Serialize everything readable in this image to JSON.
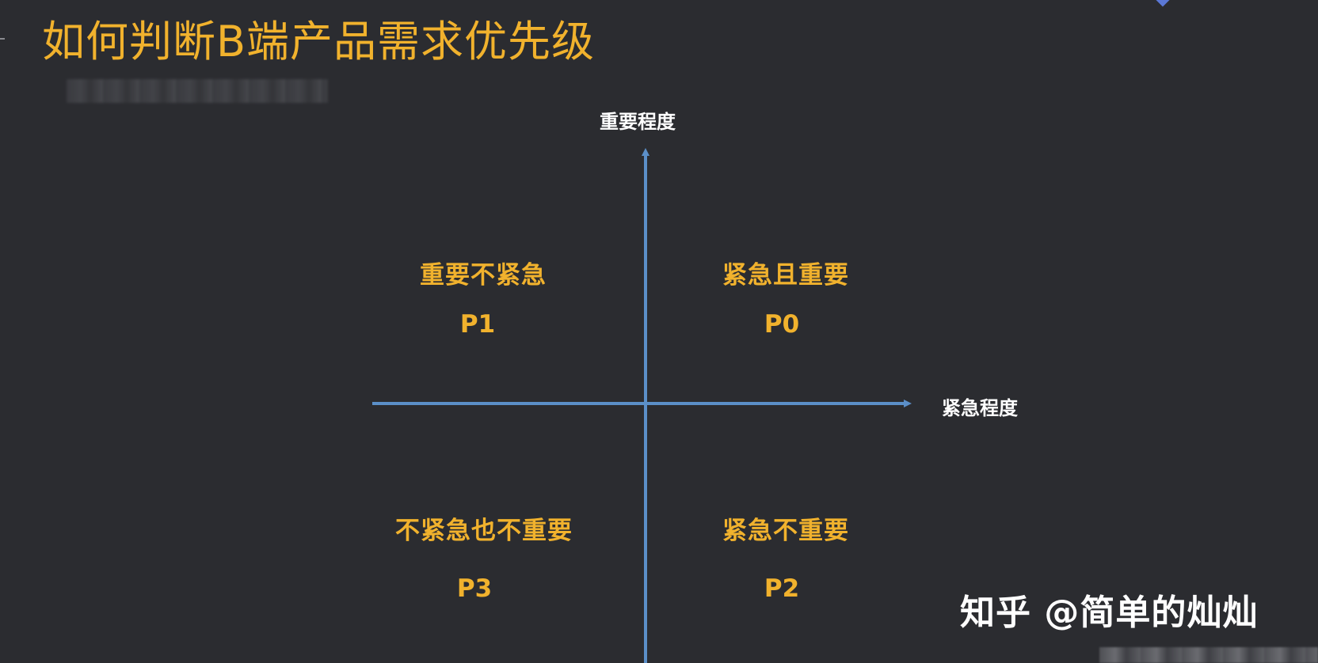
{
  "title": "如何判断B端产品需求优先级",
  "axes": {
    "y_label": "重要程度",
    "x_label": "紧急程度",
    "color": "#5b8fc8"
  },
  "quadrants": [
    {
      "id": "top-left",
      "label": "重要不紧急",
      "priority": "P1"
    },
    {
      "id": "top-right",
      "label": "紧急且重要",
      "priority": "P0"
    },
    {
      "id": "bottom-left",
      "label": "不紧急也不重要",
      "priority": "P3"
    },
    {
      "id": "bottom-right",
      "label": "紧急不重要",
      "priority": "P2"
    }
  ],
  "watermark": "知乎 @简单的灿灿",
  "colors": {
    "background": "#2b2c30",
    "accent": "#f1b22d",
    "text": "#ffffff"
  }
}
